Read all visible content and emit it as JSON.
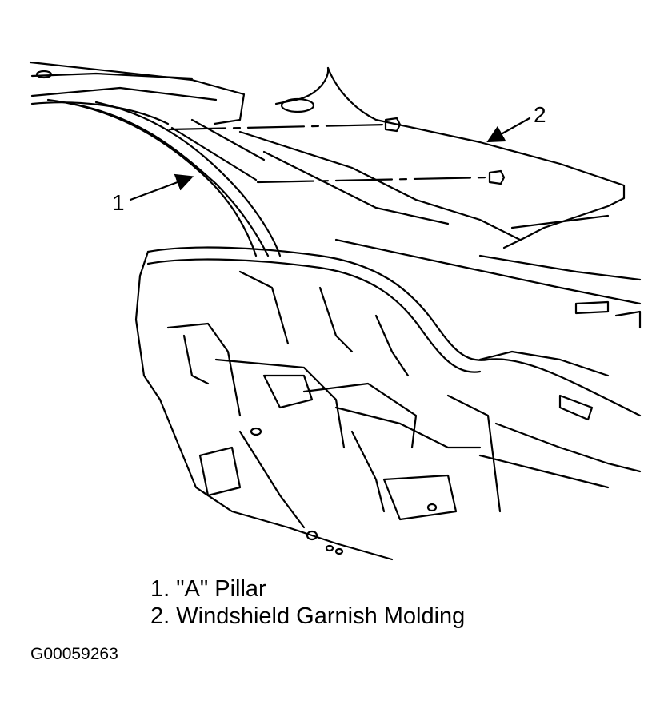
{
  "callouts": [
    {
      "number": "1"
    },
    {
      "number": "2"
    }
  ],
  "legend": [
    {
      "number": "1.",
      "text": "\"A\" Pillar"
    },
    {
      "number": "2.",
      "text": "Windshield Garnish Molding"
    }
  ],
  "figure_id": "G00059263"
}
